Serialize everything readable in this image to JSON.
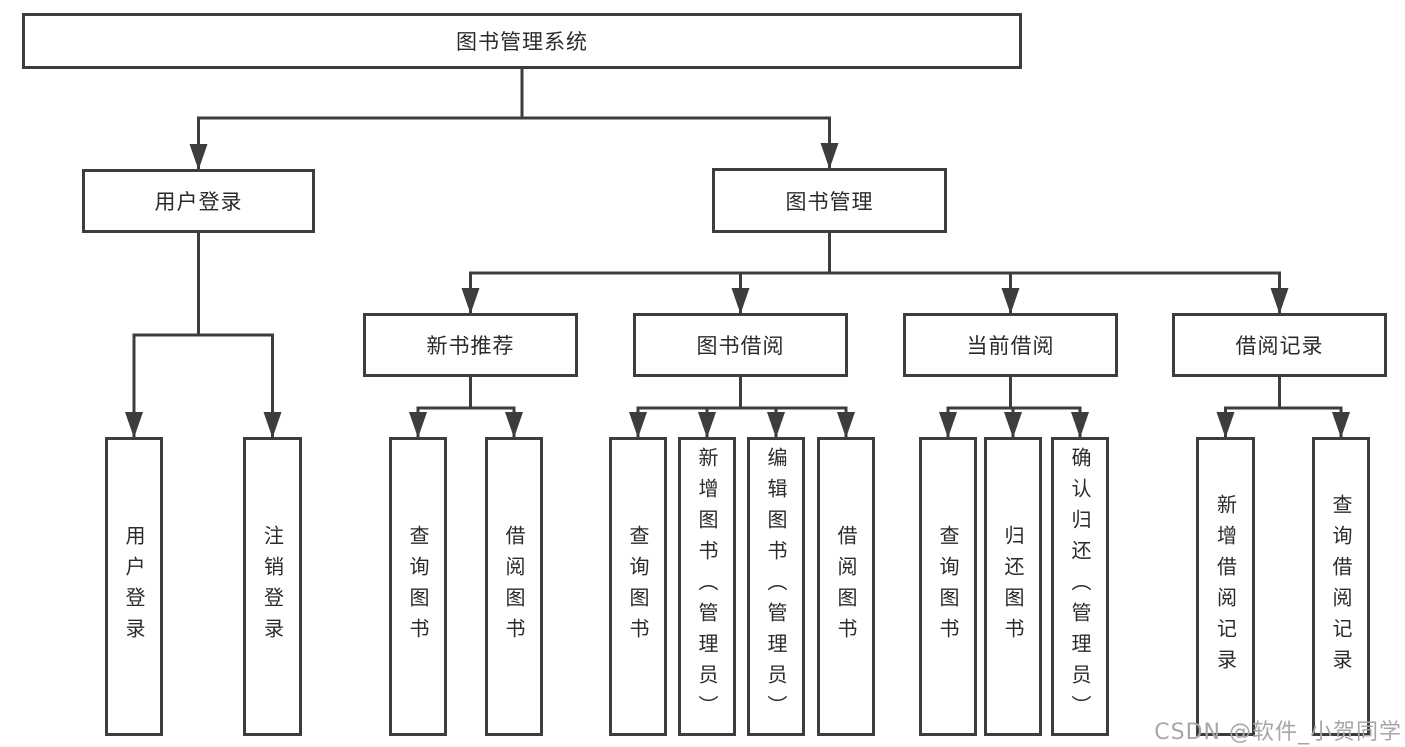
{
  "diagram": {
    "title": "图书管理系统",
    "watermark": "CSDN @软件_小贺同学",
    "colors": {
      "line": "#3d3d3d",
      "box_border": "#3d3d3d",
      "box_fill": "#ffffff",
      "text": "#2b2b2b",
      "watermark": "#a7a7a7"
    },
    "nodes": [
      {
        "id": "root",
        "label": "图书管理系统",
        "level": 1,
        "orientation": "horizontal"
      },
      {
        "id": "user-login",
        "label": "用户登录",
        "level": 2,
        "orientation": "horizontal"
      },
      {
        "id": "book-mgmt",
        "label": "图书管理",
        "level": 2,
        "orientation": "horizontal"
      },
      {
        "id": "new-book-rec",
        "label": "新书推荐",
        "level": 3,
        "orientation": "horizontal"
      },
      {
        "id": "book-borrow",
        "label": "图书借阅",
        "level": 3,
        "orientation": "horizontal"
      },
      {
        "id": "current-borrow",
        "label": "当前借阅",
        "level": 3,
        "orientation": "horizontal"
      },
      {
        "id": "borrow-records",
        "label": "借阅记录",
        "level": 3,
        "orientation": "horizontal"
      },
      {
        "id": "login",
        "label": "用户登录",
        "level": 4,
        "orientation": "vertical"
      },
      {
        "id": "logout",
        "label": "注销登录",
        "level": 4,
        "orientation": "vertical"
      },
      {
        "id": "query-books-1",
        "label": "查询图书",
        "level": 4,
        "orientation": "vertical"
      },
      {
        "id": "borrow-books-1",
        "label": "借阅图书",
        "level": 4,
        "orientation": "vertical"
      },
      {
        "id": "query-books-2",
        "label": "查询图书",
        "level": 4,
        "orientation": "vertical"
      },
      {
        "id": "add-book",
        "label": "新增图书（管理员）",
        "level": 4,
        "orientation": "vertical"
      },
      {
        "id": "edit-book",
        "label": "编辑图书（管理员）",
        "level": 4,
        "orientation": "vertical"
      },
      {
        "id": "borrow-books-2",
        "label": "借阅图书",
        "level": 4,
        "orientation": "vertical"
      },
      {
        "id": "query-books-3",
        "label": "查询图书",
        "level": 4,
        "orientation": "vertical"
      },
      {
        "id": "return-book",
        "label": "归还图书",
        "level": 4,
        "orientation": "vertical"
      },
      {
        "id": "confirm-return",
        "label": "确认归还（管理员）",
        "level": 4,
        "orientation": "vertical"
      },
      {
        "id": "add-borrow-record",
        "label": "新增借阅记录",
        "level": 4,
        "orientation": "vertical"
      },
      {
        "id": "query-borrow-record",
        "label": "查询借阅记录",
        "level": 4,
        "orientation": "vertical"
      }
    ],
    "hierarchy": [
      {
        "parent": "root",
        "children": [
          "user-login",
          "book-mgmt"
        ]
      },
      {
        "parent": "user-login",
        "children": [
          "login",
          "logout"
        ]
      },
      {
        "parent": "book-mgmt",
        "children": [
          "new-book-rec",
          "book-borrow",
          "current-borrow",
          "borrow-records"
        ]
      },
      {
        "parent": "new-book-rec",
        "children": [
          "query-books-1",
          "borrow-books-1"
        ]
      },
      {
        "parent": "book-borrow",
        "children": [
          "query-books-2",
          "add-book",
          "edit-book",
          "borrow-books-2"
        ]
      },
      {
        "parent": "current-borrow",
        "children": [
          "query-books-3",
          "return-book",
          "confirm-return"
        ]
      },
      {
        "parent": "borrow-records",
        "children": [
          "add-borrow-record",
          "query-borrow-record"
        ]
      }
    ]
  }
}
